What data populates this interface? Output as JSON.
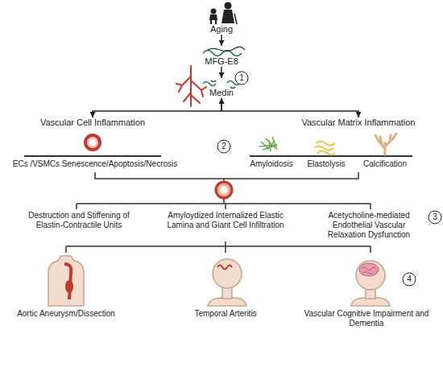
{
  "diagram": {
    "nodes": [
      {
        "text": [
          "Aging"
        ]
      },
      {
        "text": [
          "MFG-E8"
        ]
      },
      {
        "text": [
          "Medin"
        ]
      },
      {
        "text": [
          "Vascular Cell Inflammation"
        ]
      },
      {
        "text": [
          "Vascular Matrix Inflammation"
        ]
      }
    ],
    "edges": [
      {
        "from": 0,
        "to": 1,
        "arrow": "to"
      },
      {
        "from": 1,
        "to": 2,
        "arrow": "to"
      },
      {
        "from": 2,
        "to": 3,
        "arrow": "both"
      },
      {
        "from": 2,
        "to": 4,
        "arrow": "both"
      }
    ],
    "labels": [
      "1",
      "2",
      "ECs /VSMCs Senescence/Apoptosis/Necrosis",
      "Amyloidosis",
      "Elastolysis",
      "Calcification",
      "Destruction and Stiffening of Elastin-Contractile Units",
      "Amyloydized Internalized Elastic Lamina and Giant Cell Infiltration",
      "Acetycholine-mediated Endothelial Vascular Relaxation Dysfunction",
      "3",
      "Aortic Aneurysm/Dissection",
      "Temporal Arteritis",
      "Vascular Cognitive Impairment and Dementia",
      "4"
    ]
  }
}
